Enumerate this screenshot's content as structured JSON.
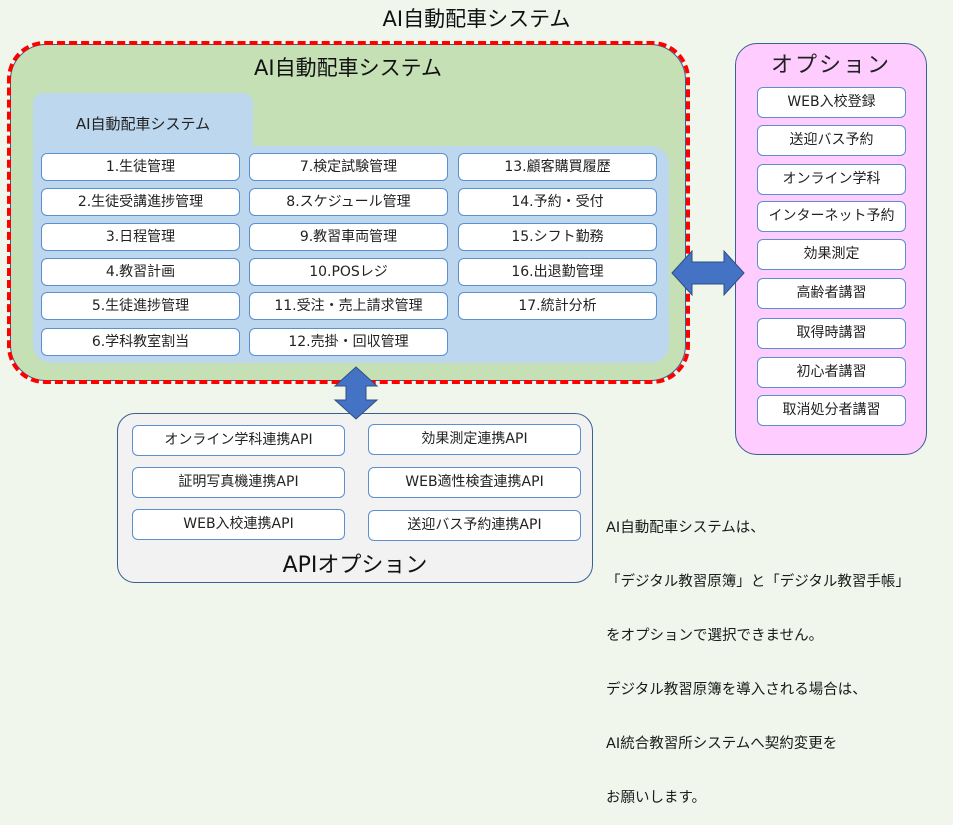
{
  "page_title": "AI自動配車システム",
  "main_system": {
    "title": "AI自動配車システム",
    "tab_label": "AI自動配車システム",
    "modules": [
      [
        "1.生徒管理",
        "2.生徒受講進捗管理",
        "3.日程管理",
        "4.教習計画",
        "5.生徒進捗管理",
        "6.学科教室割当"
      ],
      [
        "7.検定試験管理",
        "8.スケジュール管理",
        "9.教習車両管理",
        "10.POSレジ",
        "11.受注・売上請求管理",
        "12.売掛・回収管理"
      ],
      [
        "13.顧客購買履歴",
        "14.予約・受付",
        "15.シフト勤務",
        "16.出退勤管理",
        "17.統計分析"
      ]
    ]
  },
  "options": {
    "title": "オプション",
    "items": [
      "WEB入校登録",
      "送迎バス予約",
      "オンライン学科",
      "インターネット予約",
      "効果測定",
      "高齢者講習",
      "取得時講習",
      "初心者講習",
      "取消処分者講習"
    ]
  },
  "api_options": {
    "title": "APIオプション",
    "items": [
      [
        "オンライン学科連携API",
        "証明写真機連携API",
        "WEB入校連携API"
      ],
      [
        "効果測定連携API",
        "WEB適性検査連携API",
        "送迎バス予約連携API"
      ]
    ]
  },
  "note": {
    "lines": [
      "AI自動配車システムは、",
      "「デジタル教習原簿」と「デジタル教習手帳」",
      "をオプションで選択できません。",
      "デジタル教習原簿を導入される場合は、",
      "AI統合教習所システムへ契約変更を",
      "お願いします。"
    ]
  },
  "colors": {
    "main_fill": "#c5e0b4",
    "dash_border": "#ff0000",
    "panel_fill": "#bdd7ee",
    "options_fill": "#ffccff",
    "api_fill": "#f2f2f2",
    "arrow_fill": "#4472c4"
  }
}
